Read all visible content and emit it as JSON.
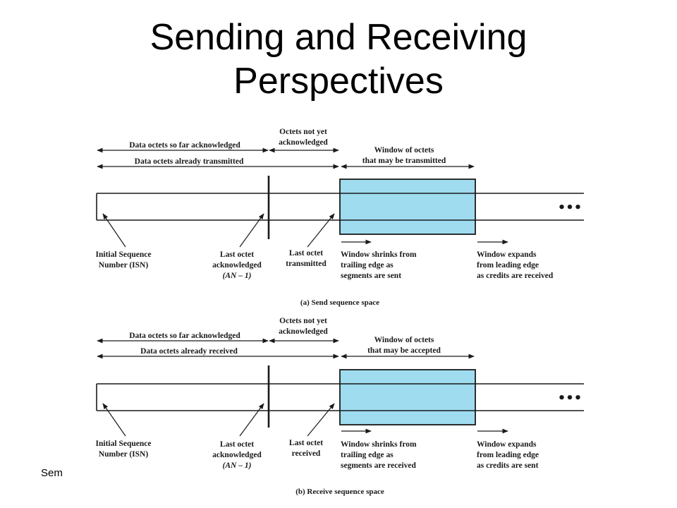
{
  "slide": {
    "title_line1": "Sending and Receiving",
    "title_line2": "Perspectives",
    "footer": "Sem"
  },
  "colors": {
    "window_fill": "#9fdcf0",
    "stroke": "#1a1a1a"
  },
  "send": {
    "top_label_acked": "Data octets so far acknowledged",
    "top_label_not_acked_1": "Octets not yet",
    "top_label_not_acked_2": "acknowledged",
    "top_label_transmitted": "Data octets already transmitted",
    "window_label_1": "Window of octets",
    "window_label_2": "that may be transmitted",
    "isn_1": "Initial Sequence",
    "isn_2": "Number (ISN)",
    "last_acked_1": "Last octet",
    "last_acked_2": "acknowledged",
    "last_acked_3": "(AN – 1)",
    "last_other_1": "Last octet",
    "last_other_2": "transmitted",
    "shrink_1": "Window shrinks from",
    "shrink_2": "trailing edge as",
    "shrink_3": "segments are sent",
    "expand_1": "Window expands",
    "expand_2": "from leading edge",
    "expand_3": "as credits are received",
    "ellipsis": "•••",
    "caption": "(a) Send sequence space"
  },
  "receive": {
    "top_label_acked": "Data octets so far acknowledged",
    "top_label_not_acked_1": "Octets not yet",
    "top_label_not_acked_2": "acknowledged",
    "top_label_transmitted": "Data octets already received",
    "window_label_1": "Window of octets",
    "window_label_2": "that may be accepted",
    "isn_1": "Initial Sequence",
    "isn_2": "Number (ISN)",
    "last_acked_1": "Last octet",
    "last_acked_2": "acknowledged",
    "last_acked_3": "(AN – 1)",
    "last_other_1": "Last octet",
    "last_other_2": "received",
    "shrink_1": "Window shrinks from",
    "shrink_2": "trailing edge as",
    "shrink_3": "segments are received",
    "expand_1": "Window expands",
    "expand_2": "from leading edge",
    "expand_3": "as credits are sent",
    "ellipsis": "•••",
    "caption": "(b) Receive sequence space"
  }
}
